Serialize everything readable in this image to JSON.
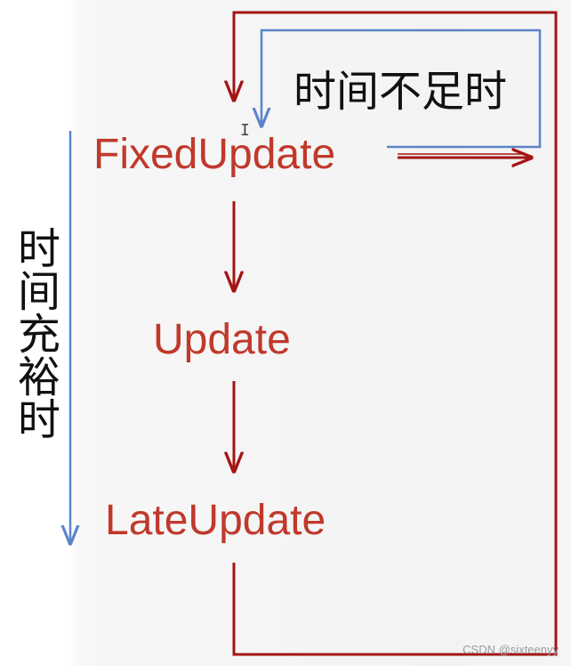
{
  "diagram": {
    "nodes": [
      {
        "id": "fixed_update",
        "label": "FixedUpdate"
      },
      {
        "id": "update",
        "label": "Update"
      },
      {
        "id": "late_update",
        "label": "LateUpdate"
      }
    ],
    "annotations": {
      "insufficient_time": "时间不足时",
      "sufficient_time": "时间充裕时"
    },
    "edges": [
      {
        "from": "fixed_update",
        "to": "update"
      },
      {
        "from": "update",
        "to": "late_update"
      },
      {
        "from": "late_update",
        "to": "fixed_update",
        "note": "loop back"
      },
      {
        "from": "fixed_update",
        "to": "fixed_update",
        "note": "repeat when time is insufficient"
      }
    ],
    "colors": {
      "node_text": "#c0392b",
      "red_arrow": "#a51414",
      "blue_arrow": "#5b84c9"
    }
  },
  "watermark": "CSDN @sixteenyy",
  "cursor_icon": "text-cursor-icon"
}
